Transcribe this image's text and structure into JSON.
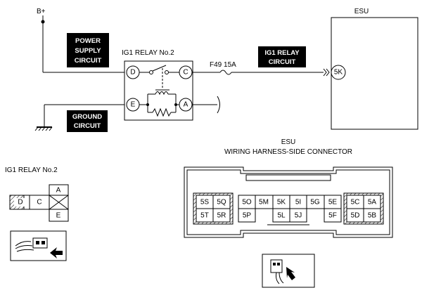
{
  "diagram": {
    "supply_label": "B+",
    "esu_title": "ESU",
    "power_supply_circuit": [
      "POWER",
      "SUPPLY",
      "CIRCUIT"
    ],
    "ground_circuit": [
      "GROUND",
      "CIRCUIT"
    ],
    "relay_title": "IG1 RELAY No.2",
    "fuse_label": "F49 15A",
    "ig1_relay_circuit": [
      "IG1 RELAY",
      "CIRCUIT"
    ],
    "terminals": {
      "d": "D",
      "c": "C",
      "e": "E",
      "a": "A",
      "esu_pin": "5K"
    }
  },
  "relay_connector": {
    "title": "IG1 RELAY No.2",
    "pins": {
      "d": "D",
      "c": "C",
      "a": "A",
      "e": "E"
    }
  },
  "esu_connector": {
    "title_line1": "ESU",
    "title_line2": "WIRING HARNESS-SIDE CONNECTOR",
    "left_block": [
      [
        "5S",
        "5Q"
      ],
      [
        "5T",
        "5R"
      ]
    ],
    "middle_row1": [
      "5O",
      "5M",
      "5K",
      "5I",
      "5G",
      "5E"
    ],
    "middle_row2": [
      "5P",
      "5L",
      "5J",
      "5F"
    ],
    "right_block": [
      [
        "5C",
        "5A"
      ],
      [
        "5D",
        "5B"
      ]
    ]
  }
}
